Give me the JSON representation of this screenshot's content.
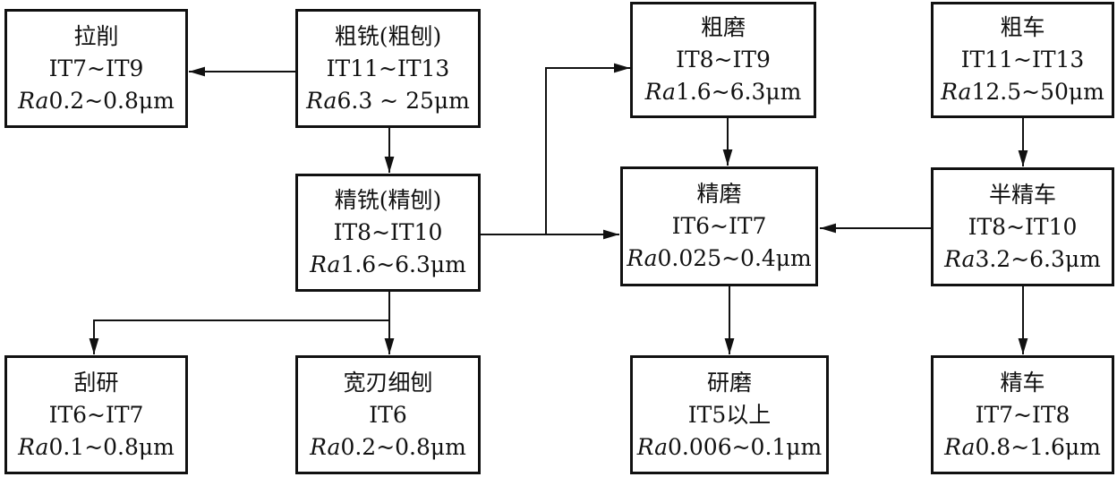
{
  "nodes": {
    "lashao": {
      "title": "拉削",
      "grade": "IT7~IT9",
      "ra_value": "0.2~0.8μm"
    },
    "cuxi": {
      "title": "粗铣(粗刨)",
      "grade": "IT11~IT13",
      "ra_value": "6.3 ~ 25μm"
    },
    "jingxi": {
      "title": "精铣(精刨)",
      "grade": "IT8~IT10",
      "ra_value": "1.6~6.3μm"
    },
    "guayan": {
      "title": "刮研",
      "grade": "IT6~IT7",
      "ra_value": "0.1~0.8μm"
    },
    "kuanren": {
      "title": "宽刃细刨",
      "grade": "IT6",
      "ra_value": "0.2~0.8μm"
    },
    "cumo": {
      "title": "粗磨",
      "grade": "IT8~IT9",
      "ra_value": "1.6~6.3μm"
    },
    "jingmo": {
      "title": "精磨",
      "grade": "IT6~IT7",
      "ra_value": "0.025~0.4μm"
    },
    "yanmo": {
      "title": "研磨",
      "grade": "IT5以上",
      "ra_value": "0.006~0.1μm"
    },
    "cuche": {
      "title": "粗车",
      "grade": "IT11~IT13",
      "ra_value": "12.5~50μm"
    },
    "banjingche": {
      "title": "半精车",
      "grade": "IT8~IT10",
      "ra_value": "3.2~6.3μm"
    },
    "jingche": {
      "title": "精车",
      "grade": "IT7~IT8",
      "ra_value": "0.8~1.6μm"
    }
  },
  "ra_symbol": "Ra"
}
